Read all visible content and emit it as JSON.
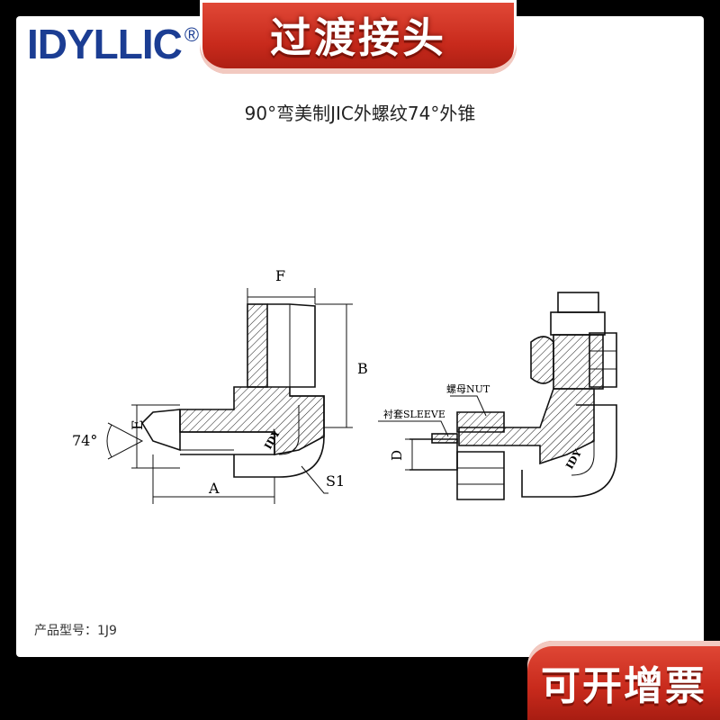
{
  "logo": {
    "text": "IDYLLIC",
    "reg": "®"
  },
  "banner": {
    "title": "过渡接头"
  },
  "subtitle": "90°弯美制JIC外螺纹74°外锥",
  "drawing": {
    "left_labels": {
      "f": "F",
      "b": "B",
      "e": "E",
      "angle": "74°",
      "a": "A",
      "s1": "S1",
      "brand": "IDY"
    },
    "right_labels": {
      "nut": "螺母NUT",
      "sleeve": "衬套SLEEVE",
      "d": "D",
      "brand": "IDY"
    }
  },
  "model": {
    "label": "产品型号：",
    "value": "1J9"
  },
  "tax": {
    "text": "可开增票"
  }
}
